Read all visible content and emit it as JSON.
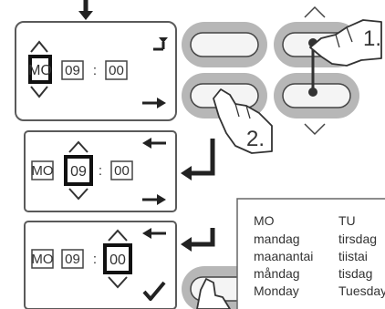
{
  "panels": [
    {
      "day": "MO",
      "hour": "09",
      "minute": "00",
      "selected": "day"
    },
    {
      "day": "MO",
      "hour": "09",
      "minute": "00",
      "selected": "hour"
    },
    {
      "day": "MO",
      "hour": "09",
      "minute": "00",
      "selected": "minute"
    }
  ],
  "time_separator": ":",
  "steps": {
    "step1": "1.",
    "step2": "2."
  },
  "weekday_table": {
    "columns": [
      {
        "header": "MO",
        "names": [
          "mandag",
          "maanantai",
          "måndag",
          "Monday"
        ]
      },
      {
        "header": "TU",
        "names": [
          "tirsdag",
          "tiistai",
          "tisdag",
          "Tuesday"
        ]
      }
    ]
  },
  "colors": {
    "line": "#2b2b2b",
    "button_fill": "#b7b7b7",
    "button_inner": "#f4f4f4",
    "panel_border": "#5a5a5a",
    "text": "#333333",
    "selection": "#111111"
  },
  "icons": [
    "arrow-down-icon",
    "arrow-up-icon",
    "return-arrow-icon",
    "right-arrow-icon",
    "left-arrow-icon",
    "checkmark-icon",
    "chevron-up-icon",
    "chevron-down-icon",
    "pointing-hand-icon"
  ]
}
